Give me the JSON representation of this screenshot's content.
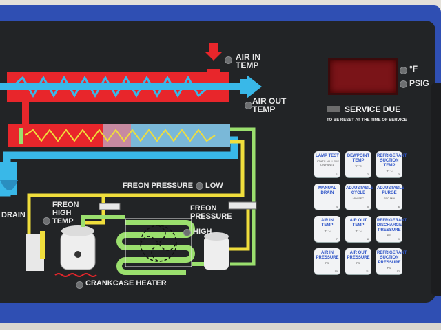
{
  "labels": {
    "air_in_temp": [
      "AIR IN",
      "TEMP"
    ],
    "air_out_temp": [
      "AIR OUT",
      "TEMP"
    ],
    "freon_pressure": "FREON PRESSURE",
    "low": "LOW",
    "drain": "DRAIN",
    "freon_high_temp": [
      "FREON",
      "HIGH",
      "TEMP"
    ],
    "freon_pressure_high": [
      "FREON",
      "PRESSURE"
    ],
    "high": "HIGH",
    "crankcase_heater": "CRANKCASE HEATER"
  },
  "indicators": {
    "unit_f": "°F",
    "unit_psig": "PSIG"
  },
  "service": {
    "label": "SERVICE DUE",
    "note": "TO BE RESET AT THE TIME OF SERVICE"
  },
  "keypad": [
    {
      "title": "LAMP TEST",
      "sub": "LIGHTS ALL LEDS ON PANEL",
      "num": "1"
    },
    {
      "title": "DEWPOINT TEMP",
      "sub": "°F  °C",
      "num": "2"
    },
    {
      "title": "REFRIGERANT SUCTION TEMP",
      "sub": "°F  °C",
      "num": "3"
    },
    {
      "title": "MANUAL DRAIN",
      "sub": "",
      "num": "4"
    },
    {
      "title": "ADJUSTABLE CYCLE",
      "sub": "MIN  SEC",
      "num": "5"
    },
    {
      "title": "ADJUSTABLE PURGE",
      "sub": "SEC  MIN",
      "num": "6"
    },
    {
      "title": "AIR IN TEMP",
      "sub": "°F  °C",
      "num": "7"
    },
    {
      "title": "AIR OUT TEMP",
      "sub": "°F  °C",
      "num": "8"
    },
    {
      "title": "REFRIGERANT DISCHARGE PRESSURE",
      "sub": "PSI",
      "num": "9"
    },
    {
      "title": "AIR IN PRESSURE",
      "sub": "PSI",
      "num": "10"
    },
    {
      "title": "AIR OUT PRESSURE",
      "sub": "PSI",
      "num": "11"
    },
    {
      "title": "REFRIGERANT SUCTION PRESSURE",
      "sub": "PSI",
      "num": "12"
    }
  ],
  "colors": {
    "panel": "#222426",
    "frame": "#2f4fb3",
    "hot_air": "#e8262b",
    "cool_air": "#39b8e8",
    "freon_high": "#f0de3c",
    "freon_low": "#9bdf6e",
    "display": "#7a1418",
    "key_text": "#2f55c8"
  }
}
